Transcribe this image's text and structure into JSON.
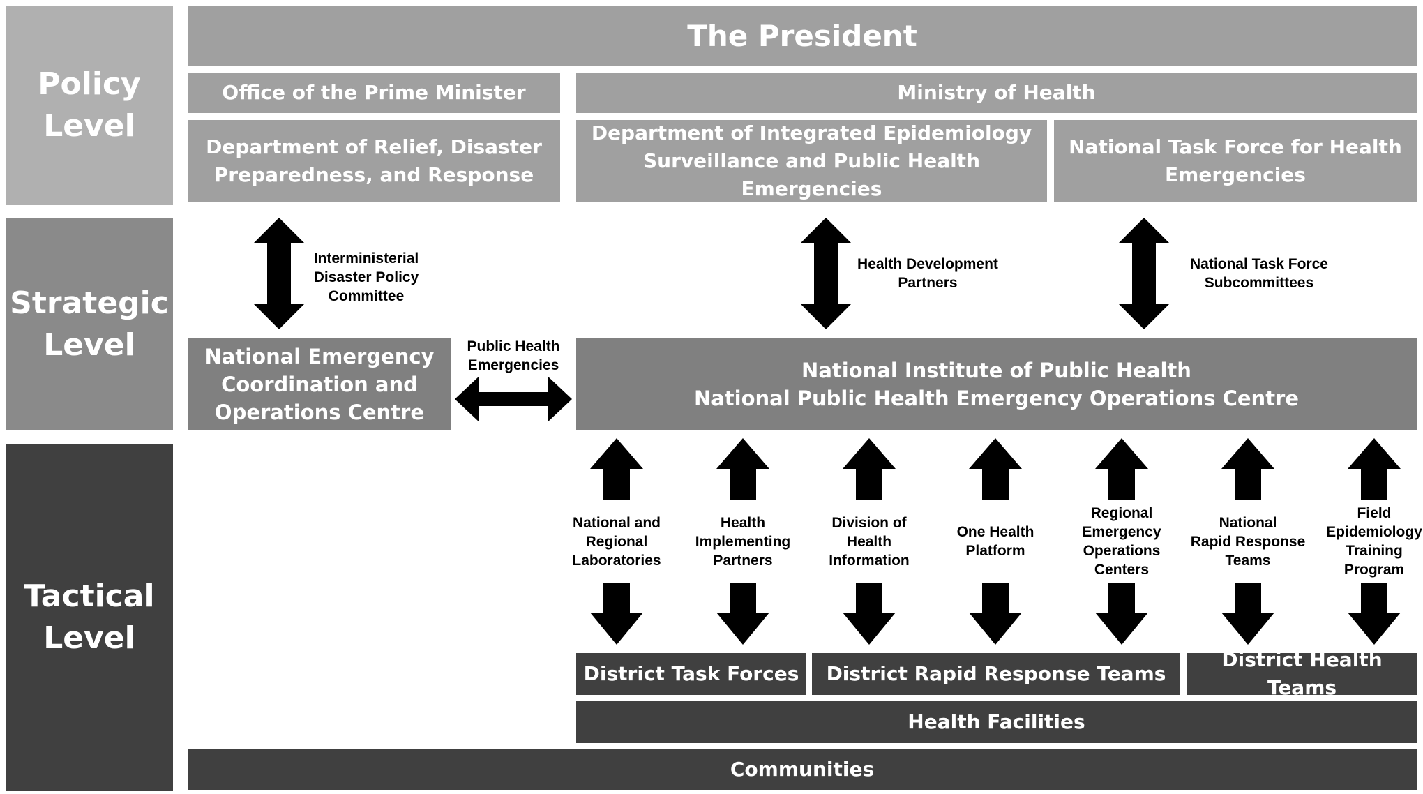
{
  "levels": {
    "policy": "Policy\nLevel",
    "strategic": "Strategic\nLevel",
    "tactical": "Tactical\nLevel"
  },
  "policy": {
    "president": "The President",
    "pm_office": "Office of the Prime Minister",
    "ministry_health": "Ministry of Health",
    "dept_relief": "Department of Relief, Disaster\nPreparedness, and Response",
    "dept_epi": "Department of Integrated Epidemiology\nSurveillance and Public Health Emergencies",
    "task_force": "National Task Force for Health\nEmergencies"
  },
  "strategic": {
    "necoc": "National Emergency\nCoordination and\nOperations Centre",
    "nphi": "National Institute of Public Health\nNational Public Health Emergency Operations Centre",
    "interministerial": "Interministerial\nDisaster Policy\nCommittee",
    "health_dev_partners": "Health Development\nPartners",
    "task_force_subcommittees": "National Task Force\nSubcommittees",
    "phe_link": "Public Health\nEmergencies"
  },
  "tactical": {
    "links": [
      "National and\nRegional\nLaboratories",
      "Health\nImplementing\nPartners",
      "Division of\nHealth\nInformation",
      "One Health\nPlatform",
      "Regional\nEmergency\nOperations\nCenters",
      "National\nRapid Response\nTeams",
      "Field\nEpidemiology\nTraining\nProgram"
    ],
    "district_task_forces": "District Task Forces",
    "district_rrt": "District Rapid Response Teams",
    "district_health_teams": "District Health Teams",
    "health_facilities": "Health Facilities",
    "communities": "Communities"
  },
  "colors": {
    "policy": "#a0a0a0",
    "strategic": "#808080",
    "tactical": "#404040",
    "arrow": "#000000"
  }
}
